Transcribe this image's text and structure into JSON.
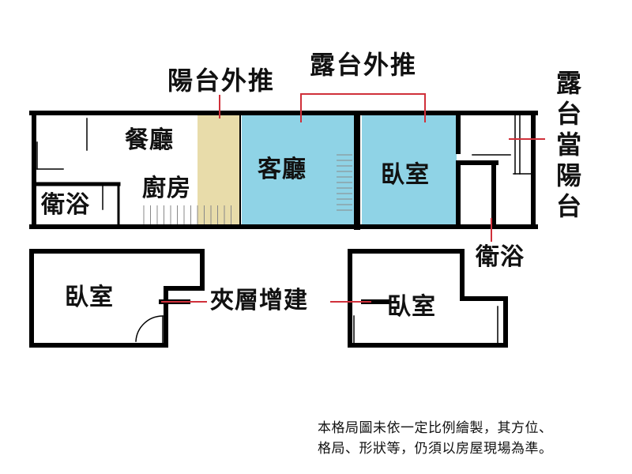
{
  "colors": {
    "wall": "#000000",
    "callout_line": "#d0303a",
    "balcony_fill": "#e8dcaa",
    "living_fill": "#8fd3e6",
    "bedroom_fill": "#8fd3e6"
  },
  "labels": {
    "balcony_push": "陽台外推",
    "terrace_push": "露台外推",
    "terrace_as_balcony": "露台當陽台",
    "dining": "餐廳",
    "kitchen": "廚房",
    "bath_left": "衛浴",
    "living": "客廳",
    "bedroom_upper": "臥室",
    "bath_right": "衛浴",
    "bedroom_lower_left": "臥室",
    "mezzanine": "夾層增建",
    "bedroom_lower_right": "臥室"
  },
  "disclaimer": {
    "line1": "本格局圖未依一定比例繪製，其方位、",
    "line2": "格局、形狀等，仍須以房屋現場為準。"
  }
}
